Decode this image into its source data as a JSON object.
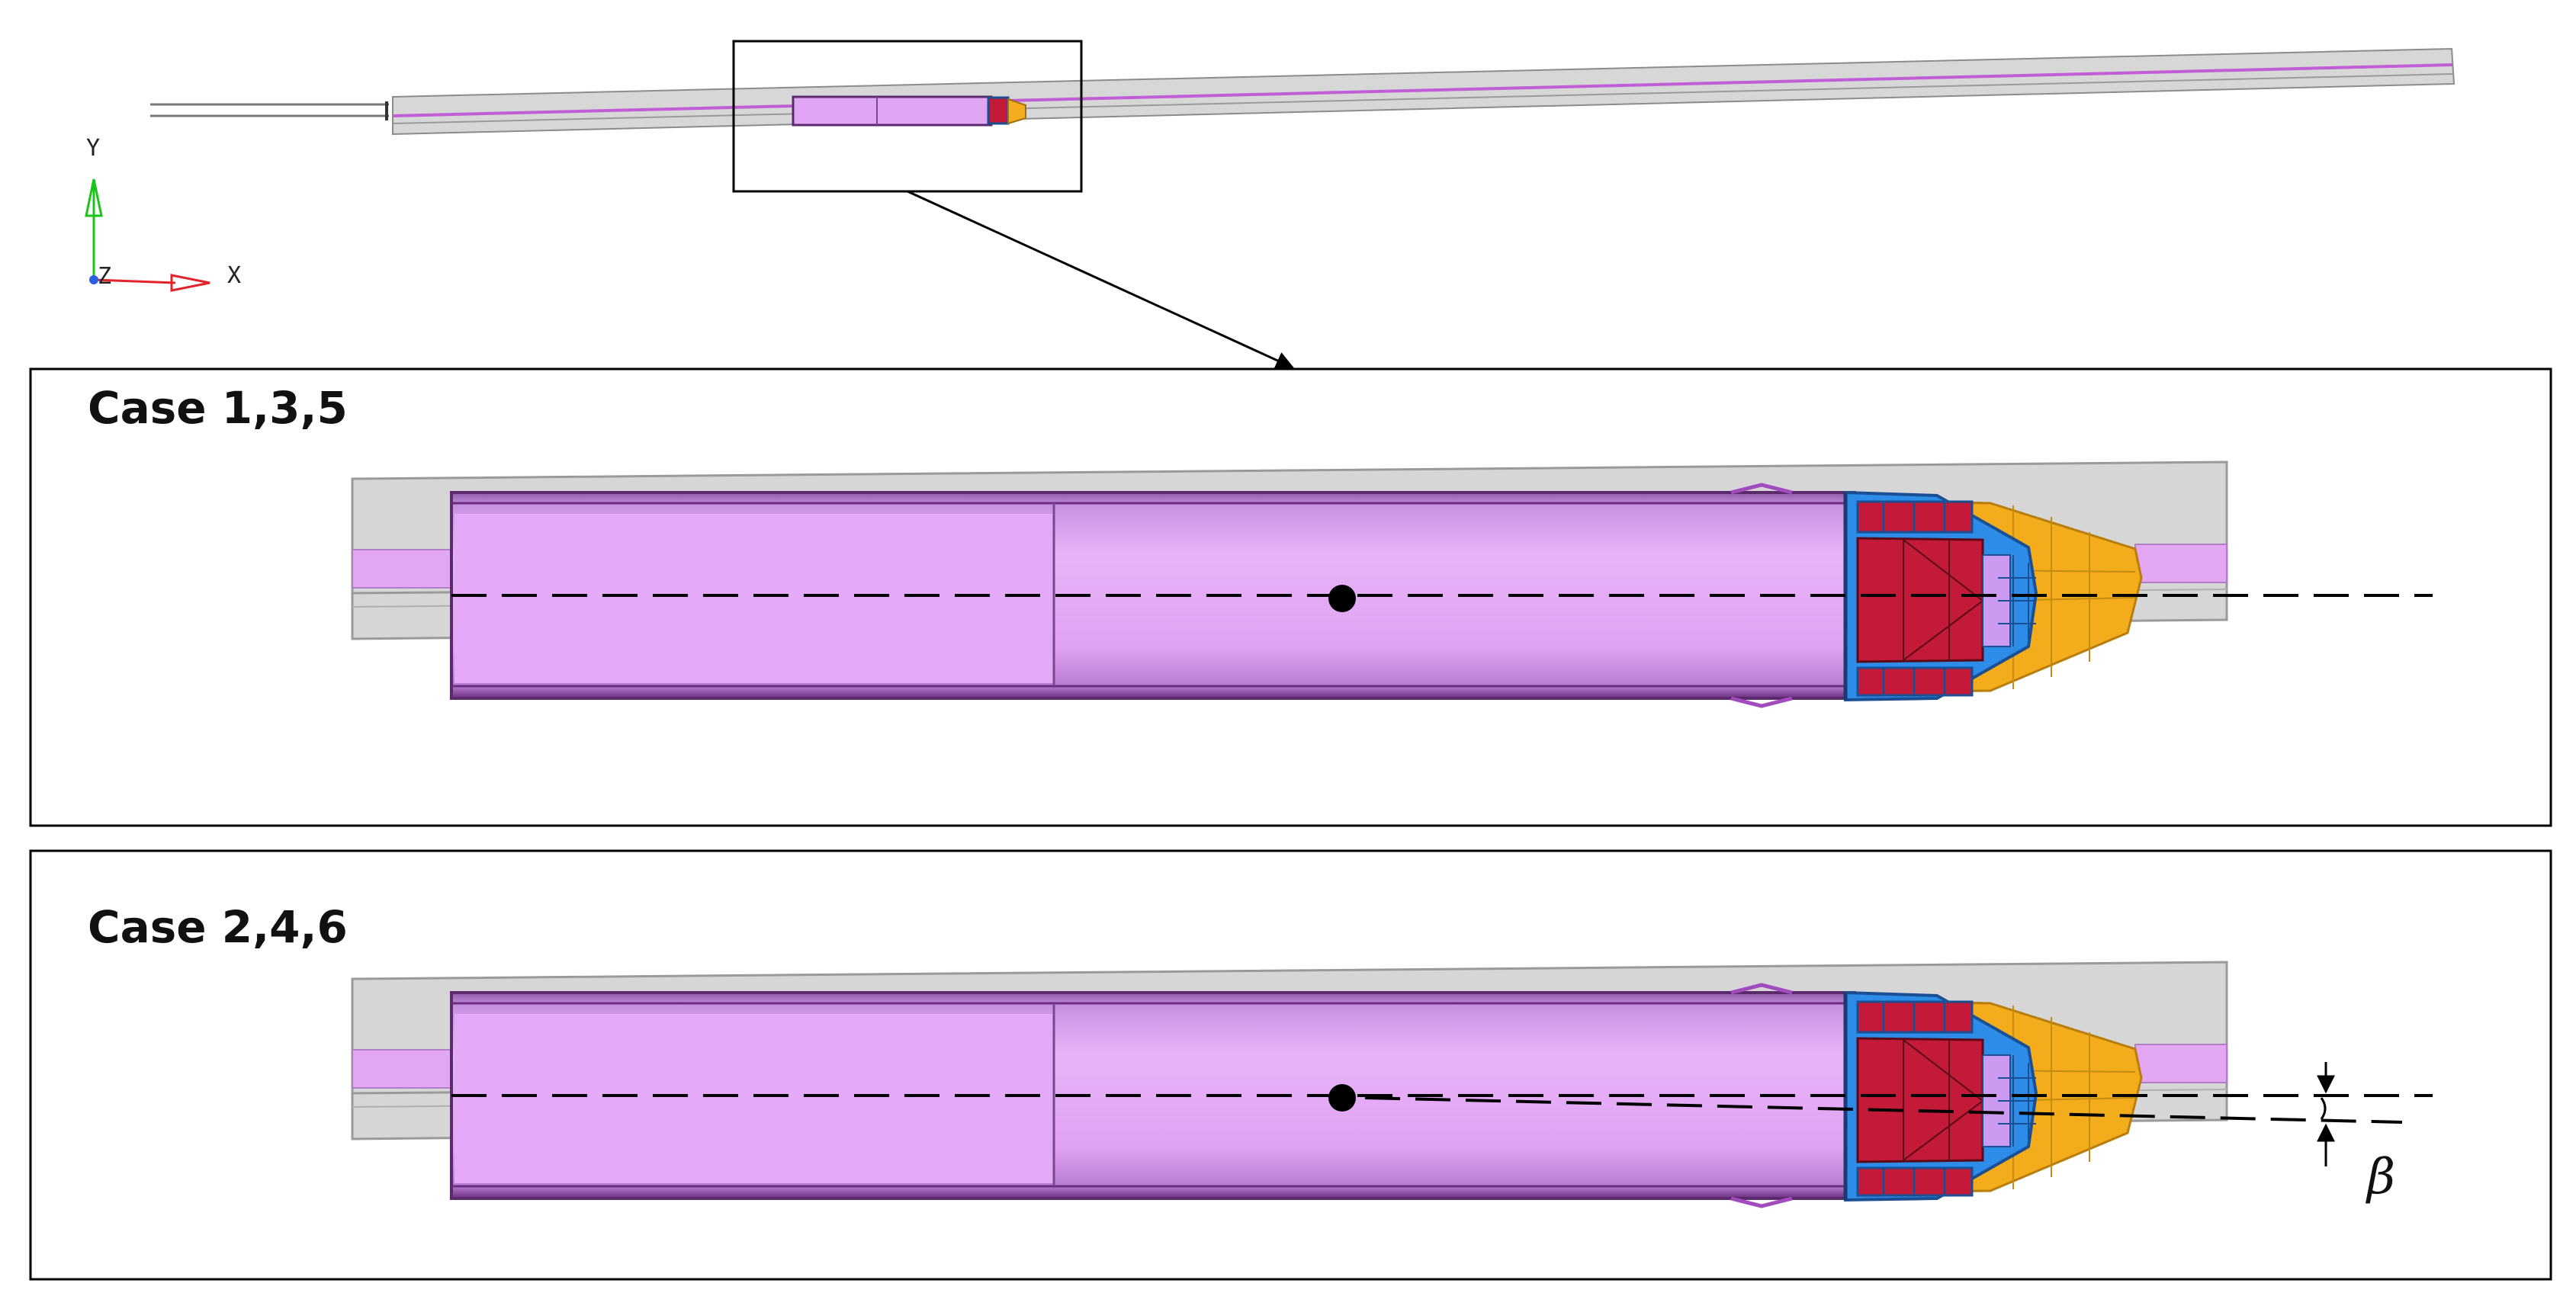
{
  "overview": {
    "axis_y_label": "Y",
    "axis_x_label": "X",
    "axis_z_label": "Z"
  },
  "panels": [
    {
      "title": "Case 1,3,5",
      "tilted": false
    },
    {
      "title": "Case 2,4,6",
      "tilted": true
    }
  ],
  "angle_label": "β",
  "colors": {
    "body": "#e6aaf5",
    "body_dark": "#6b2d80",
    "rail": "#d4d4d4",
    "frame_red": "#c21a38",
    "frame_blue": "#2c8ce8",
    "nose_orange": "#f2ac1c",
    "axis_green": "#1bc41b",
    "axis_red": "#e0242a"
  }
}
